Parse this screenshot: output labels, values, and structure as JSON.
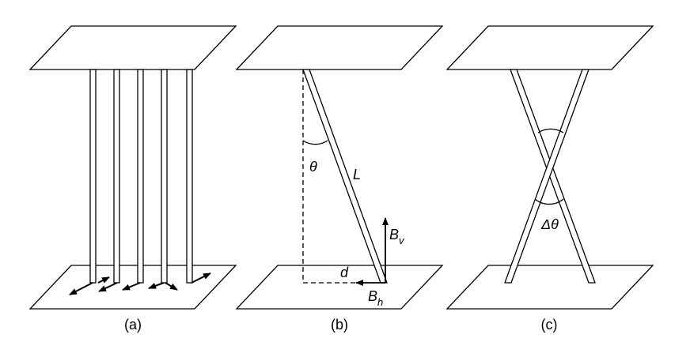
{
  "panels": [
    {
      "caption": "(a)"
    },
    {
      "caption": "(b)",
      "angle_label": "θ",
      "length_label": "L",
      "offset_label": "d",
      "vertical_force_label": "B",
      "vertical_force_sub": "v",
      "horizontal_force_label": "B",
      "horizontal_force_sub": "h"
    },
    {
      "caption": "(c)",
      "delta_angle_label": "Δθ"
    }
  ]
}
